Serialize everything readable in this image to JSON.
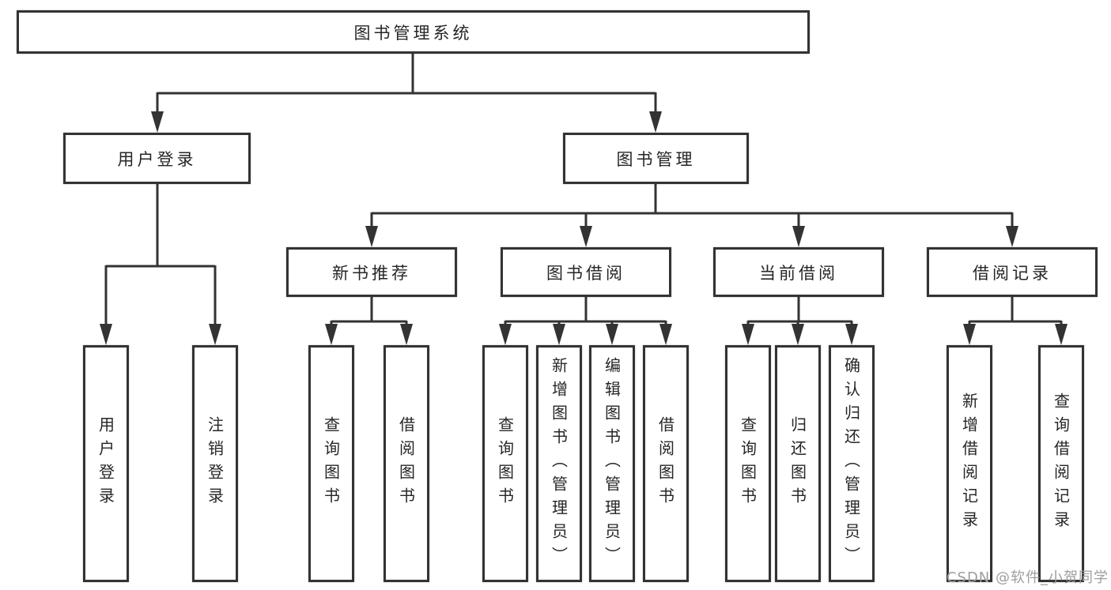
{
  "diagram": {
    "root": {
      "label": "图书管理系统",
      "children": [
        {
          "label": "用户登录",
          "children": [
            {
              "label": "用户登录"
            },
            {
              "label": "注销登录"
            }
          ]
        },
        {
          "label": "图书管理",
          "children": [
            {
              "label": "新书推荐",
              "children": [
                {
                  "label": "查询图书"
                },
                {
                  "label": "借阅图书"
                }
              ]
            },
            {
              "label": "图书借阅",
              "children": [
                {
                  "label": "查询图书"
                },
                {
                  "label": "新增图书（管理员）"
                },
                {
                  "label": "编辑图书（管理员）"
                },
                {
                  "label": "借阅图书"
                }
              ]
            },
            {
              "label": "当前借阅",
              "children": [
                {
                  "label": "查询图书"
                },
                {
                  "label": "归还图书"
                },
                {
                  "label": "确认归还（管理员）"
                }
              ]
            },
            {
              "label": "借阅记录",
              "children": [
                {
                  "label": "新增借阅记录"
                },
                {
                  "label": "查询借阅记录"
                }
              ]
            }
          ]
        }
      ]
    },
    "watermark": "CSDN @软件_小贺同学",
    "colors": {
      "line": "#333333",
      "text": "#262626",
      "background": "#ffffff",
      "watermark": "#9e9e9e"
    }
  }
}
